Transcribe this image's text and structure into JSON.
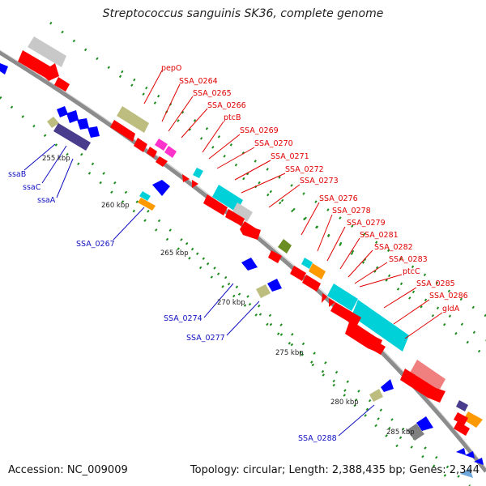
{
  "title": "Streptococcus sanguinis SK36, complete genome",
  "footer": {
    "accession": "Accession: NC_009009",
    "topology": "Topology: circular; Length: 2,388,435 bp; Genes: 2,344"
  },
  "colors": {
    "backbone": "#8c8c8c",
    "tick": "#1e8c1e",
    "label_forward": "#e00000",
    "label_reverse": "#1010c0",
    "cds_forward": "#ff0000",
    "cds_reverse": "#0000ff",
    "gray": "#c8c8c8",
    "olive": "#bdbd7f",
    "navy": "#4a3c8c",
    "cyan": "#00d0d8",
    "magenta": "#ff33cc",
    "orange": "#ff9900",
    "green": "#6b8e23",
    "pink": "#f08080",
    "darkgray": "#808080"
  },
  "scale_labels": [
    "255 kbp",
    "260 kbp",
    "265 kbp",
    "270 kbp",
    "275 kbp",
    "280 kbp",
    "285 kbp"
  ],
  "forward_labels": [
    "pepO",
    "SSA_0264",
    "SSA_0265",
    "SSA_0266",
    "ptcB",
    "SSA_0269",
    "SSA_0270",
    "SSA_0271",
    "SSA_0272",
    "SSA_0273",
    "SSA_0276",
    "SSA_0278",
    "SSA_0279",
    "SSA_0281",
    "SSA_0282",
    "SSA_0283",
    "ptcC",
    "SSA_0285",
    "SSA_0286",
    "gldA"
  ],
  "reverse_labels": [
    "ssaB",
    "ssaC",
    "ssaA",
    "SSA_0267",
    "SSA_0274",
    "SSA_0277",
    "SSA_0288"
  ]
}
